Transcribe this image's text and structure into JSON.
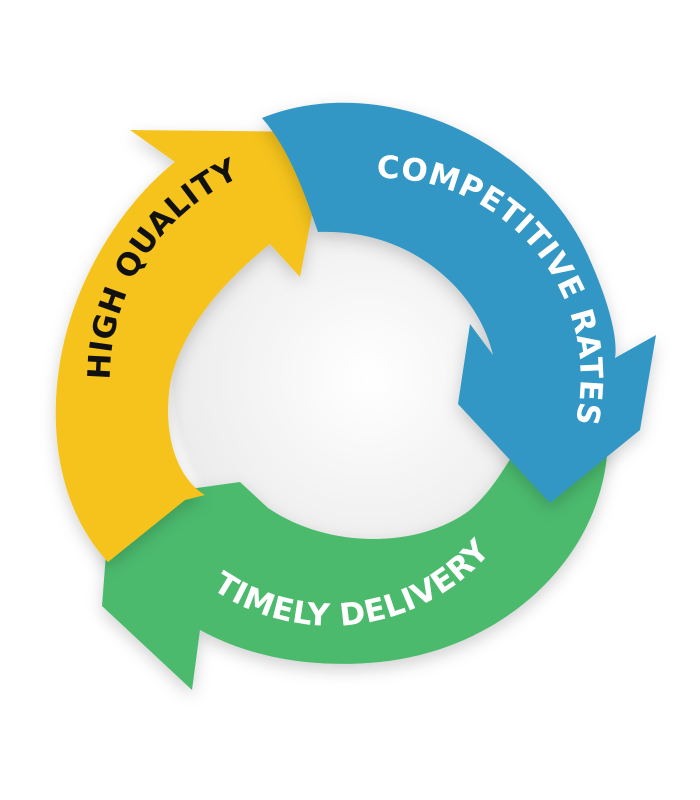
{
  "diagram": {
    "segments": [
      {
        "id": "competitive-rates",
        "label": "COMPETITIVE RATES",
        "color": "#3097c4",
        "label_color": "#ffffff"
      },
      {
        "id": "timely-delivery",
        "label": "TIMELY DELIVERY",
        "color": "#4cba6d",
        "label_color": "#ffffff"
      },
      {
        "id": "high-quality",
        "label": "HIGH QUALITY",
        "color": "#f5c31c",
        "label_color": "#111111"
      }
    ],
    "center_color": "#f4f4f4"
  }
}
